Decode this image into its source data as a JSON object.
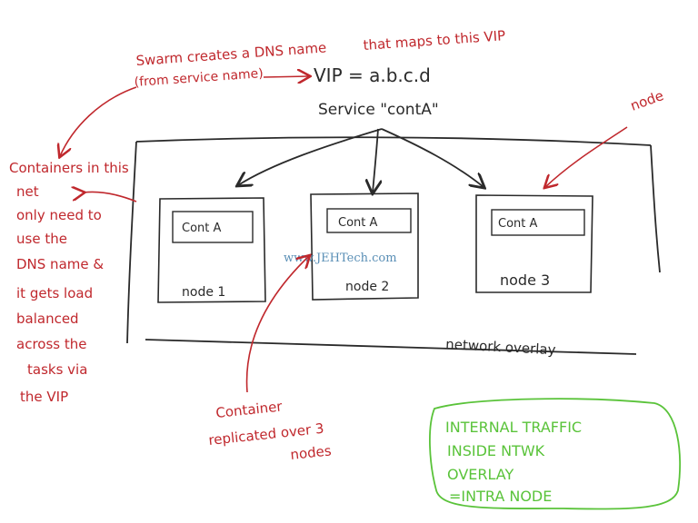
{
  "colors": {
    "ink": "#2a2a2a",
    "red": "#c0282d",
    "green": "#5ac33a",
    "watermark": "#5a8fb6"
  },
  "notes": {
    "swarm_line1": "Swarm creates a DNS name",
    "swarm_line1b": "that maps to this VIP",
    "swarm_line2": "(from service name)",
    "node_pointer": "node",
    "containers": [
      "Containers in this",
      "net",
      "only need to",
      "use the",
      "DNS name &",
      "it gets load",
      "balanced",
      "across the",
      "tasks via",
      "the VIP"
    ],
    "replicated": [
      "Container",
      "replicated over 3",
      "nodes"
    ]
  },
  "vip": "VIP = a.b.c.d",
  "service": "Service \"contA\"",
  "nodes": [
    {
      "container": "Cont A",
      "label": "node 1"
    },
    {
      "container": "Cont A",
      "label": "node 2"
    },
    {
      "container": "Cont A",
      "label": "node 3"
    }
  ],
  "overlay_label": "network overlay",
  "watermark": "www.JEHTech.com",
  "green_note": [
    "INTERNAL TRAFFIC",
    "INSIDE NTWK",
    "OVERLAY",
    "=INTRA NODE"
  ]
}
